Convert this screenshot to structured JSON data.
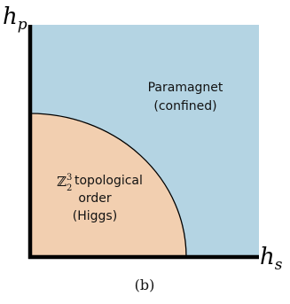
{
  "colors": {
    "paramagnet_region": "#b4d4e3",
    "topological_region": "#f2cfb0",
    "axes": "#000000",
    "boundary": "#000000"
  },
  "axes": {
    "y_label_base": "h",
    "y_label_sub": "p",
    "x_label_base": "h",
    "x_label_sub": "s"
  },
  "regions": {
    "paramagnet": {
      "line1": "Paramagnet",
      "line2": "(confined)"
    },
    "topological": {
      "math_symbol": "ℤ",
      "math_sub": "2",
      "math_sup": "3",
      "line1_rest": "topological",
      "line2": "order",
      "line3": "(Higgs)"
    }
  },
  "caption": "(b)"
}
